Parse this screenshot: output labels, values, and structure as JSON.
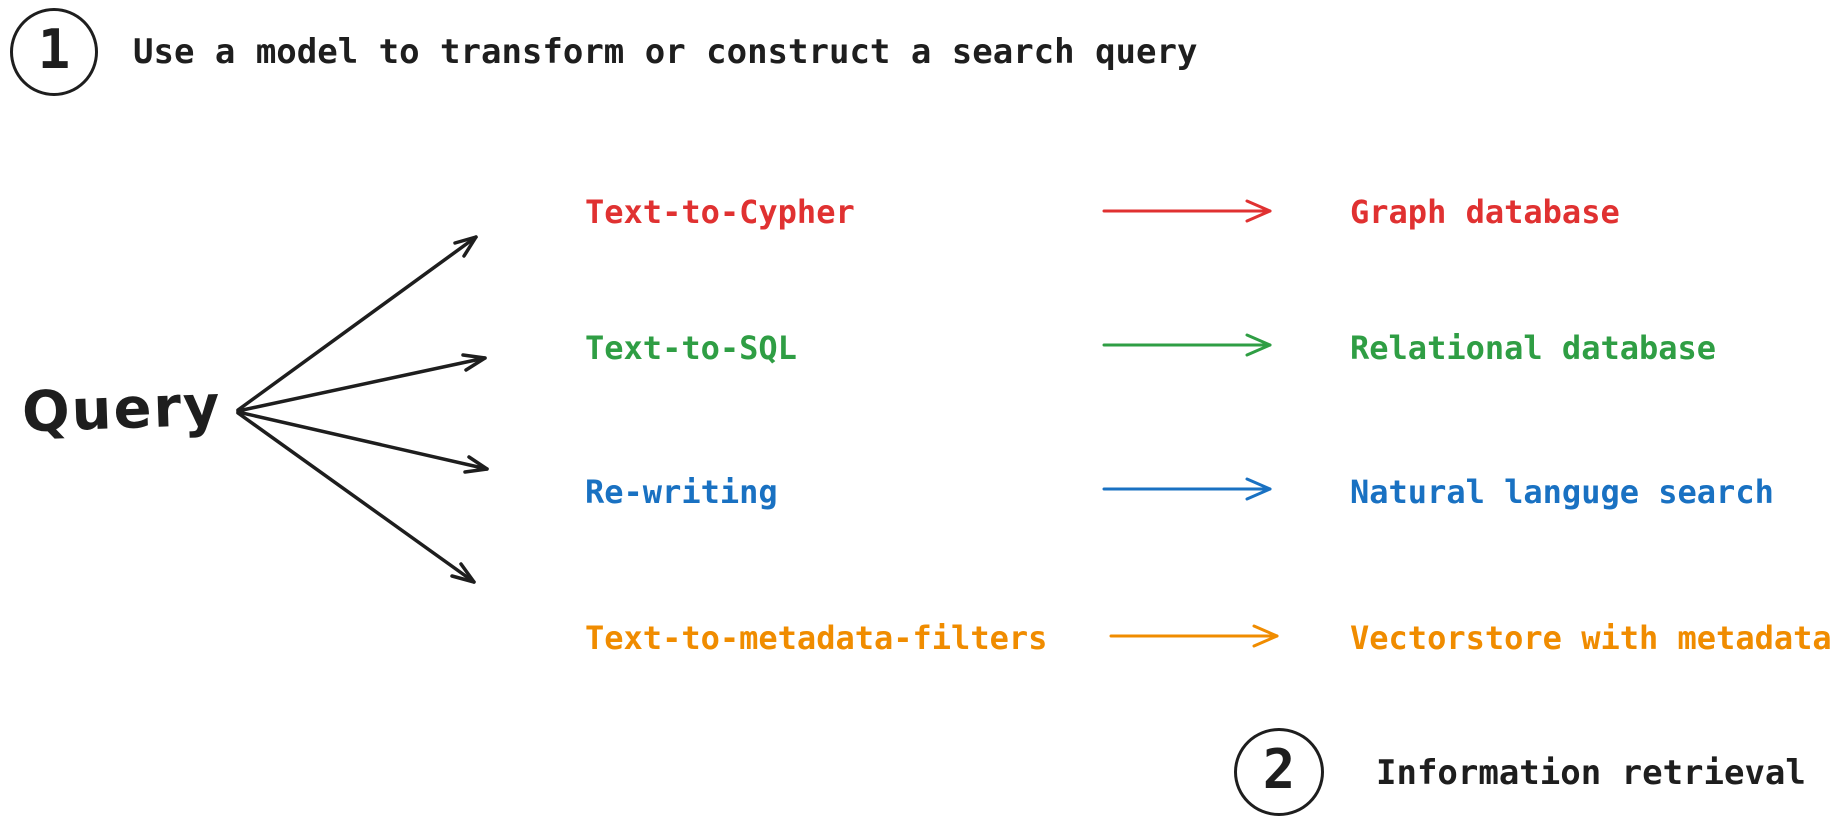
{
  "palette": {
    "ink": "#1e1e1e",
    "background": "#ffffff",
    "red": "#e03131",
    "green": "#2f9e44",
    "blue": "#1971c2",
    "orange": "#f08c00"
  },
  "step1": {
    "number": "1",
    "label": "Use a model to transform or construct a search query"
  },
  "query_node": {
    "label": "Query"
  },
  "rows": [
    {
      "method": "Text-to-Cypher",
      "target": "Graph database",
      "color": "#e03131"
    },
    {
      "method": "Text-to-SQL",
      "target": "Relational database",
      "color": "#2f9e44"
    },
    {
      "method": "Re-writing",
      "target": "Natural languge search",
      "color": "#1971c2"
    },
    {
      "method": "Text-to-metadata-filters",
      "target": "Vectorstore with metadata",
      "color": "#f08c00"
    }
  ],
  "step2": {
    "number": "2",
    "label": "Information retrieval"
  }
}
